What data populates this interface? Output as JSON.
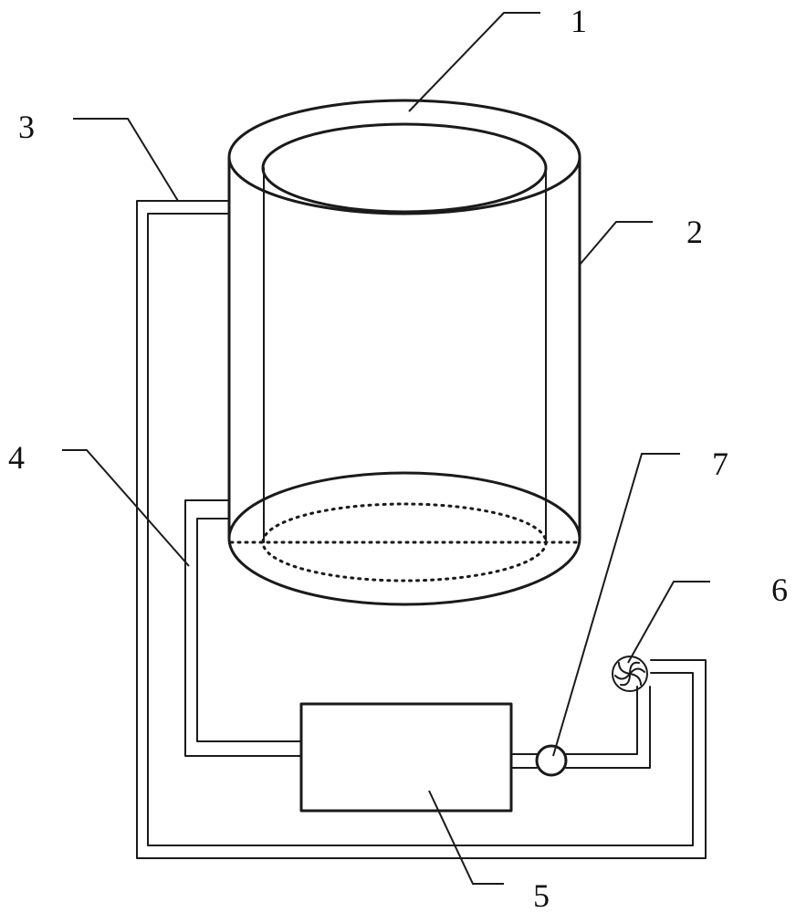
{
  "labels": {
    "l1": "1",
    "l2": "2",
    "l3": "3",
    "l4": "4",
    "l5": "5",
    "l6": "6",
    "l7": "7"
  },
  "icons": {
    "fan": "fan-icon",
    "valve": "valve-icon"
  },
  "colors": {
    "line": "#1a1a1a",
    "background": "#ffffff"
  }
}
